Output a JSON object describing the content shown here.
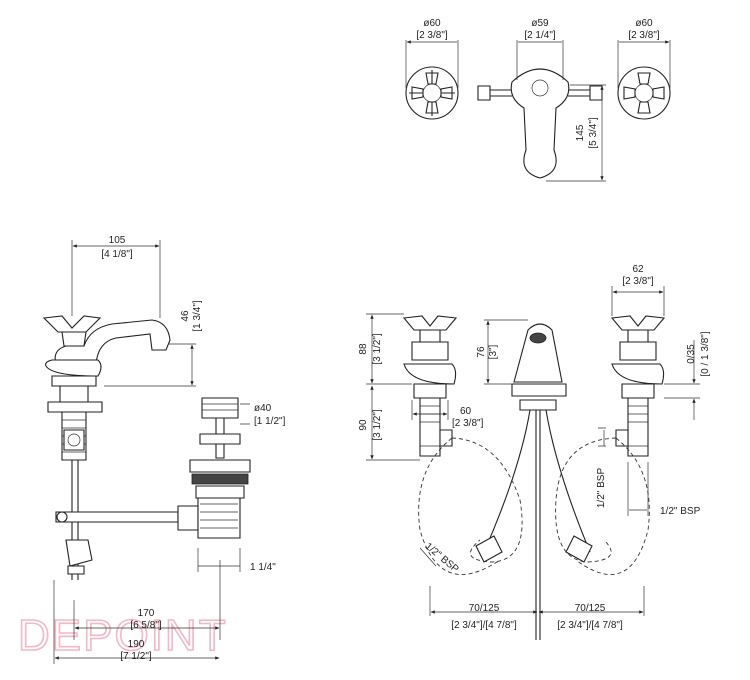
{
  "dimensions": {
    "top_left_handle": {
      "mm": "ø60",
      "inch": "[2 3/8\"]"
    },
    "top_spout": {
      "mm": "ø59",
      "inch": "[2 1/4\"]"
    },
    "top_right_handle": {
      "mm": "ø60",
      "inch": "[2 3/8\"]"
    },
    "top_height": {
      "mm": "145",
      "inch": "[5 3/4\"]"
    },
    "side_reach": {
      "mm": "105",
      "inch": "[4 1/8\"]"
    },
    "side_spout_height": {
      "mm": "46",
      "inch": "[1 3/4\"]"
    },
    "drain_diameter": {
      "mm": "ø40",
      "inch": "[1 1/2\"]"
    },
    "drain_outlet": {
      "label": "1 1/4\""
    },
    "side_depth_170": {
      "mm": "170",
      "inch": "[6 5/8\"]"
    },
    "side_depth_190": {
      "mm": "190",
      "inch": "[7 1/2\"]"
    },
    "front_handle_height": {
      "mm": "88",
      "inch": "[3 1/2\"]"
    },
    "front_valve_body": {
      "mm": "90",
      "inch": "[3 1/2\"]"
    },
    "front_valve_width": {
      "mm": "60",
      "inch": "[2 3/8\"]"
    },
    "front_spout_height": {
      "mm": "76",
      "inch": "[3\"]"
    },
    "front_right_handle": {
      "mm": "62",
      "inch": "[2 3/8\"]"
    },
    "front_deck_range": {
      "mm": "0/35",
      "inch": "[0 / 1 3/8\"]"
    },
    "bsp_left": {
      "label": "1/2\" BSP"
    },
    "bsp_right_vertical": {
      "label": "1/2\" BSP"
    },
    "bsp_right": {
      "label": "1/2\" BSP"
    },
    "spacing_left": {
      "mm": "70/125",
      "inch": "[2 3/4\"]/[4 7/8\"]"
    },
    "spacing_right": {
      "mm": "70/125",
      "inch": "[2 3/4\"]/[4 7/8\"]"
    }
  },
  "watermark": {
    "text": "DEPOINT"
  }
}
